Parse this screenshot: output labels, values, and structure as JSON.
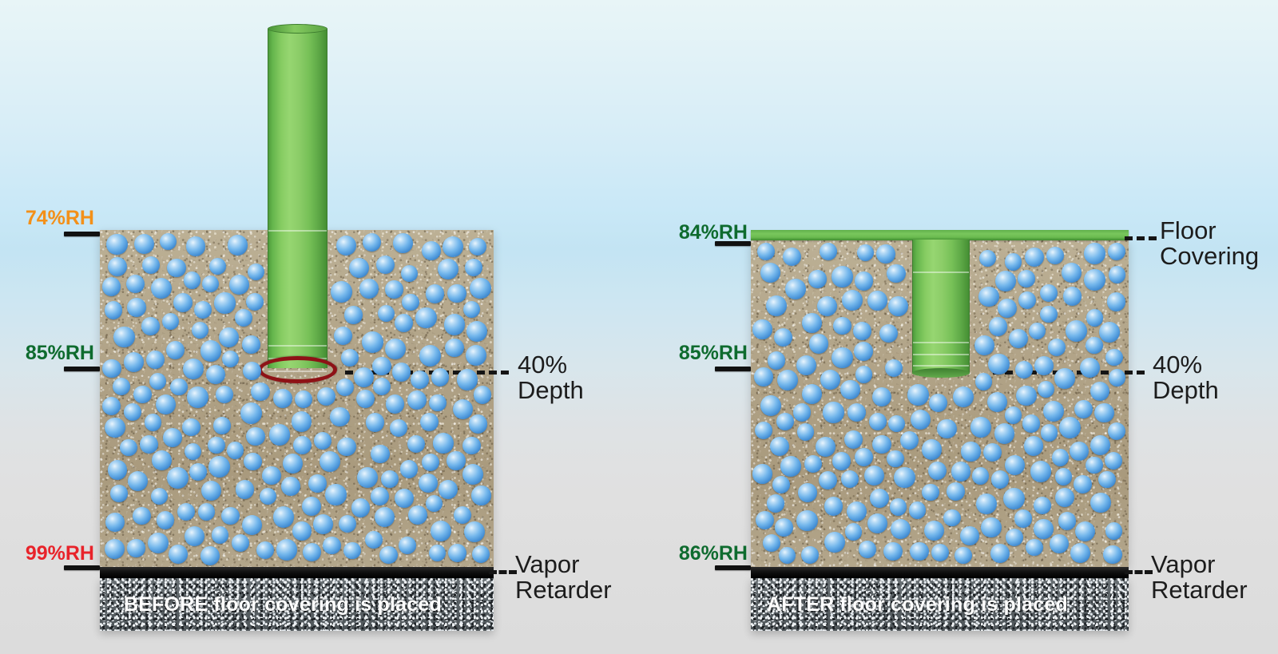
{
  "diagram": {
    "title": "Concrete slab relative humidity before and after floor covering",
    "colors": {
      "rh_orange": "#F39019",
      "rh_green": "#0E6B2E",
      "rh_red": "#E8232A",
      "probe_green": "#7BC557",
      "floor_covering_green": "#6BBB50",
      "droplet_blue": "#4A94D8",
      "concrete_tan": "#B0A286",
      "retarder_black": "#0D0D0D",
      "gravel_gray": "#5A6165"
    },
    "panels": [
      {
        "id": "before",
        "caption": "BEFORE floor covering is placed",
        "rh_labels": [
          {
            "name": "surface",
            "value": "74%RH",
            "color": "#F39019"
          },
          {
            "name": "40-depth",
            "value": "85%RH",
            "color": "#0E6B2E"
          },
          {
            "name": "base",
            "value": "99%RH",
            "color": "#E8232A"
          }
        ],
        "probe": {
          "state": "exposed-above-slab",
          "sensor_depth": "40%"
        },
        "has_floor_covering": false
      },
      {
        "id": "after",
        "caption": "AFTER floor covering is placed",
        "rh_labels": [
          {
            "name": "surface",
            "value": "84%RH",
            "color": "#0E6B2E"
          },
          {
            "name": "40-depth",
            "value": "85%RH",
            "color": "#0E6B2E"
          },
          {
            "name": "base",
            "value": "86%RH",
            "color": "#0E6B2E"
          }
        ],
        "probe": {
          "state": "flush-buried",
          "sensor_depth": "40%"
        },
        "has_floor_covering": true
      }
    ],
    "callouts": {
      "floor_covering": {
        "line1": "Floor",
        "line2": "Covering"
      },
      "depth": {
        "line1": "40%",
        "line2": "Depth"
      },
      "vapor_retarder": {
        "line1": "Vapor",
        "line2": "Retarder"
      }
    }
  }
}
